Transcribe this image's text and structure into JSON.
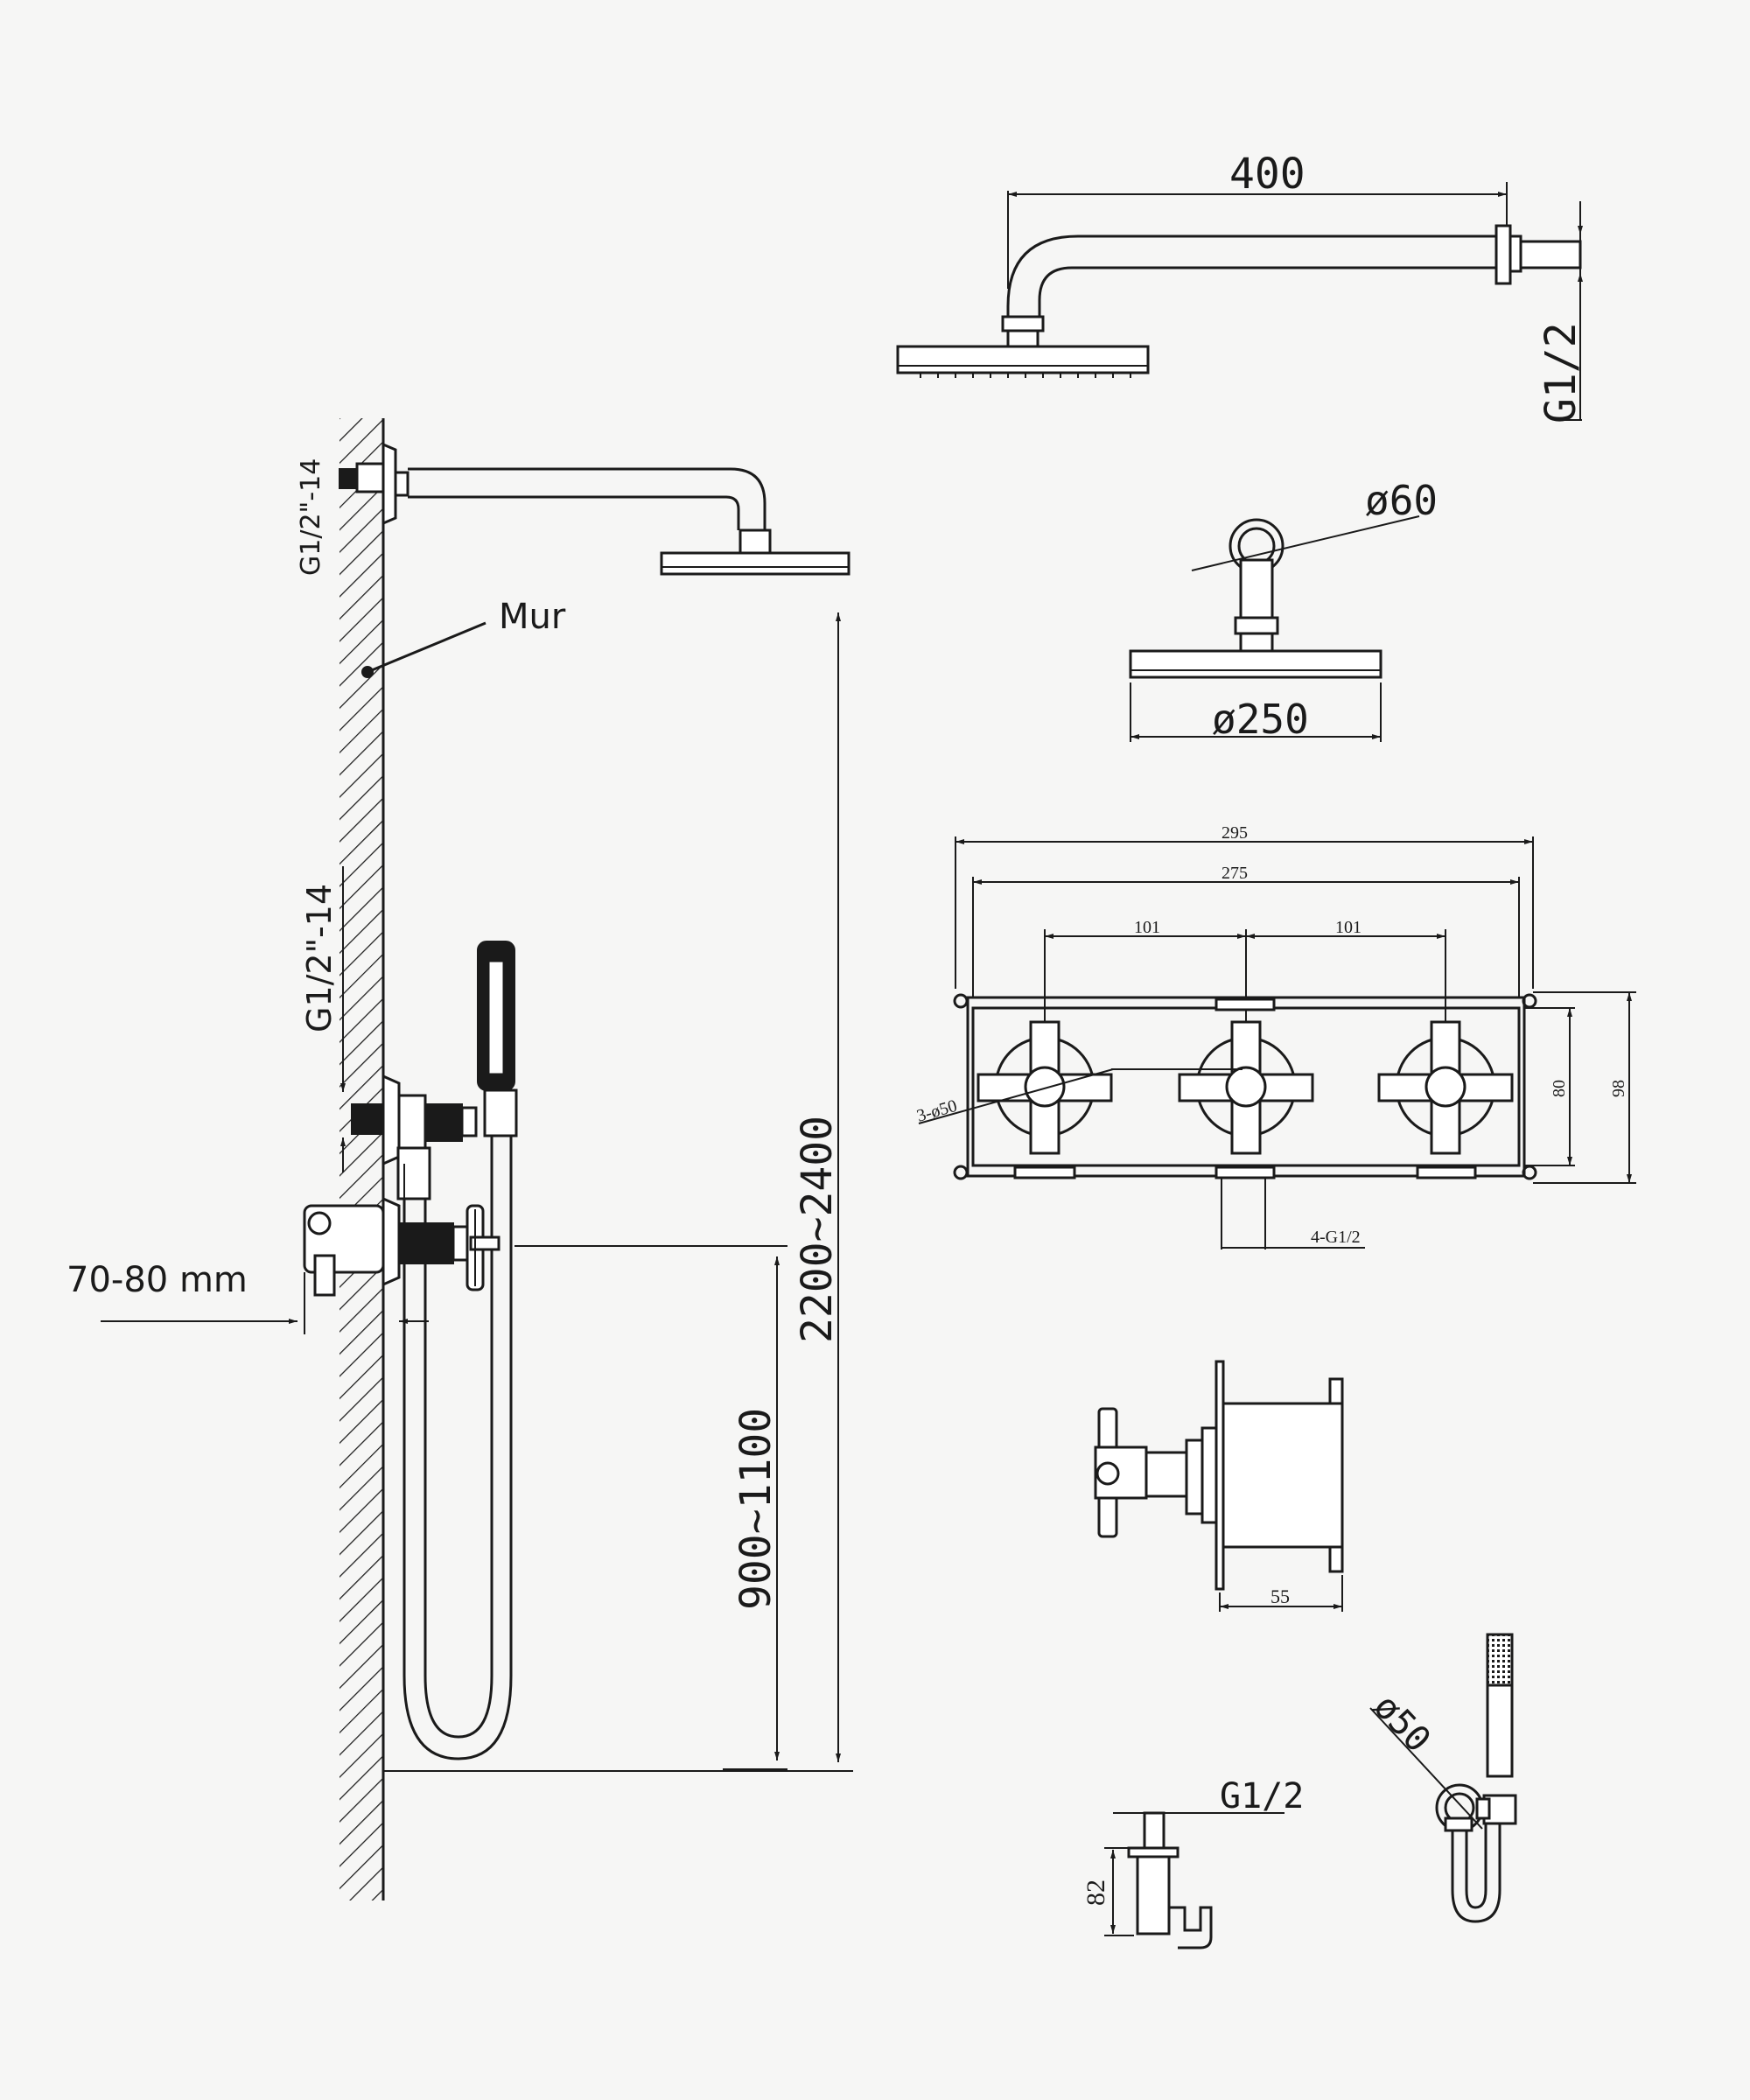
{
  "side_view": {
    "wall_label": "Mur",
    "thread_top": "G1/2\"-14",
    "thread_mid": "G1/2\"-14",
    "depth": "70-80 mm",
    "height_mixer": "900~1100",
    "height_head": "2200~2400"
  },
  "arm_view": {
    "length": "400",
    "thread": "G1/2"
  },
  "head_view": {
    "flange_diameter": "ø60",
    "head_diameter": "ø250"
  },
  "valve_front": {
    "overall_width": "295",
    "inner_width": "275",
    "spacing_left": "101",
    "spacing_right": "101",
    "handle_diameter": "3-ø50",
    "inner_height": "80",
    "overall_height": "98",
    "outlets": "4-G1/2"
  },
  "valve_side": {
    "depth": "55"
  },
  "outlet_view": {
    "thread": "G1/2",
    "height": "82"
  },
  "handshower_view": {
    "diameter": "ø50"
  }
}
